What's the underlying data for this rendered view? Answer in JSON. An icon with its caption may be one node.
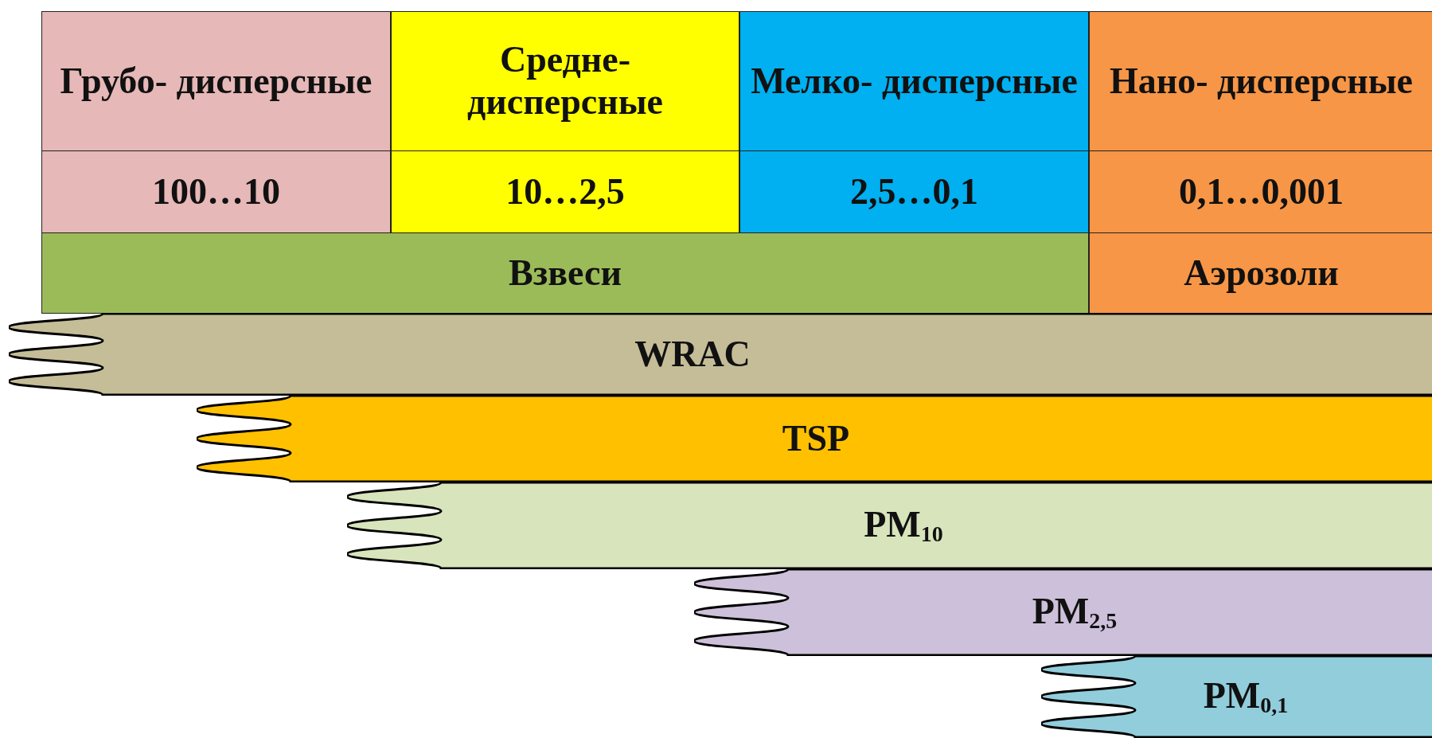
{
  "diagram": {
    "nodes": [
      {
        "text": [
          "Грубо- дисперсные"
        ]
      },
      {
        "text": [
          "Средне- дисперсные"
        ]
      },
      {
        "text": [
          "Мелко- дисперсные"
        ]
      },
      {
        "text": [
          "Нано- дисперсные"
        ]
      },
      {
        "text": [
          "100…10"
        ]
      },
      {
        "text": [
          "10…2,5"
        ]
      },
      {
        "text": [
          "2,5…0,1"
        ]
      },
      {
        "text": [
          "0,1…0,001"
        ]
      },
      {
        "text": [
          "Взвеси"
        ]
      },
      {
        "text": [
          "Аэрозоли"
        ]
      },
      {
        "text": [
          "WRAC"
        ]
      },
      {
        "text": [
          "TSP"
        ]
      },
      {
        "text": [
          "PM$_{10}$"
        ]
      },
      {
        "text": [
          "PM$_{2,5}$"
        ]
      },
      {
        "text": [
          "PM$_{0,1}$"
        ]
      }
    ]
  }
}
